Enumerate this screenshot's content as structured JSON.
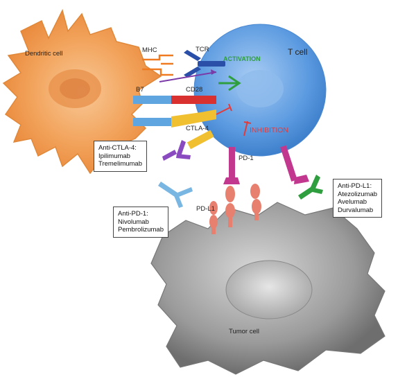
{
  "cells": {
    "dendritic": "Dendritic cell",
    "t_cell": "T cell",
    "tumor": "Tumor cell"
  },
  "molecules": {
    "mhc": "MHC",
    "tcr": "TCR",
    "b7": "B7",
    "cd28": "CD28",
    "ctla4": "CTLA-4",
    "pd1": "PD-1",
    "pdl1": "PD-L1"
  },
  "signals": {
    "activation": "ACTIVATION",
    "inhibition": "INHIBITION"
  },
  "drug_boxes": {
    "anti_ctla4": {
      "title": "Anti-CTLA-4:",
      "drugs": [
        "Ipilimumab",
        "Tremelimumab"
      ]
    },
    "anti_pd1": {
      "title": "Anti-PD-1:",
      "drugs": [
        "Nivolumab",
        "Pembrolizumab"
      ]
    },
    "anti_pdl1": {
      "title": "Anti-PD-L1:",
      "drugs": [
        "Atezolizumab",
        "Avelumab",
        "Durvalumab"
      ]
    }
  },
  "colors": {
    "dendritic": "#f2a25a",
    "t_cell": "#5b9ae0",
    "tumor": "#9a9a9a",
    "activation": "#2e9e3e",
    "inhibition": "#e33a3a",
    "pd1": "#c2388e",
    "pdl1": "#e88070",
    "b7": "#5fa6e0",
    "cd28": "#d93030",
    "ctla4": "#f0c030"
  }
}
